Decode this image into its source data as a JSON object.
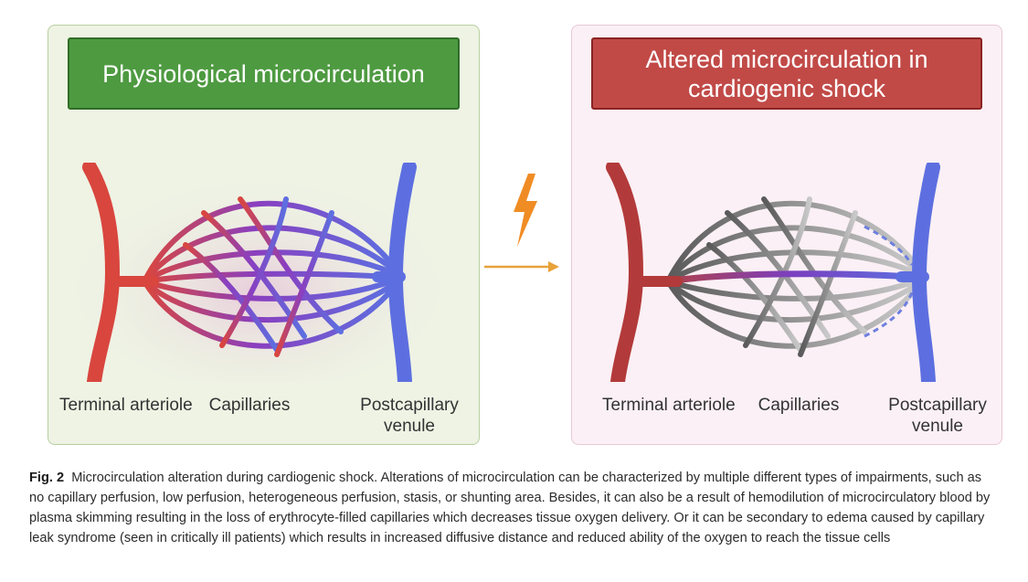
{
  "left_panel": {
    "title": "Physiological microcirculation",
    "label_arteriole": "Terminal arteriole",
    "label_capillaries": "Capillaries",
    "label_venule": "Postcapillary venule"
  },
  "right_panel": {
    "title": "Altered microcirculation in cardiogenic shock",
    "label_arteriole": "Terminal arteriole",
    "label_capillaries": "Capillaries",
    "label_venule": "Postcapillary venule"
  },
  "icons": [
    "lightning-bolt-icon",
    "arrow-right-icon"
  ],
  "colors": {
    "arterial_red": "#d9463e",
    "venous_blue": "#5d6fe0",
    "capillary_purple": "#8a3fbf",
    "nonperfused_gray": "#8e8e8e",
    "bolt_orange": "#f08c24",
    "left_title_green": "#4e9a41",
    "right_title_red": "#c14a47"
  },
  "caption": {
    "label": "Fig. 2",
    "text": "Microcirculation alteration during cardiogenic shock. Alterations of microcirculation can be characterized by multiple different types of impairments, such as no capillary perfusion, low perfusion, heterogeneous perfusion, stasis, or shunting area. Besides, it can also be a result of hemodilution of microcirculatory blood by plasma skimming resulting in the loss of erythrocyte-filled capillaries which decreases tissue oxygen delivery. Or it can be secondary to edema caused by capillary leak syndrome (seen in critically ill patients) which results in increased diffusive distance and reduced ability of the oxygen to reach the tissue cells"
  }
}
